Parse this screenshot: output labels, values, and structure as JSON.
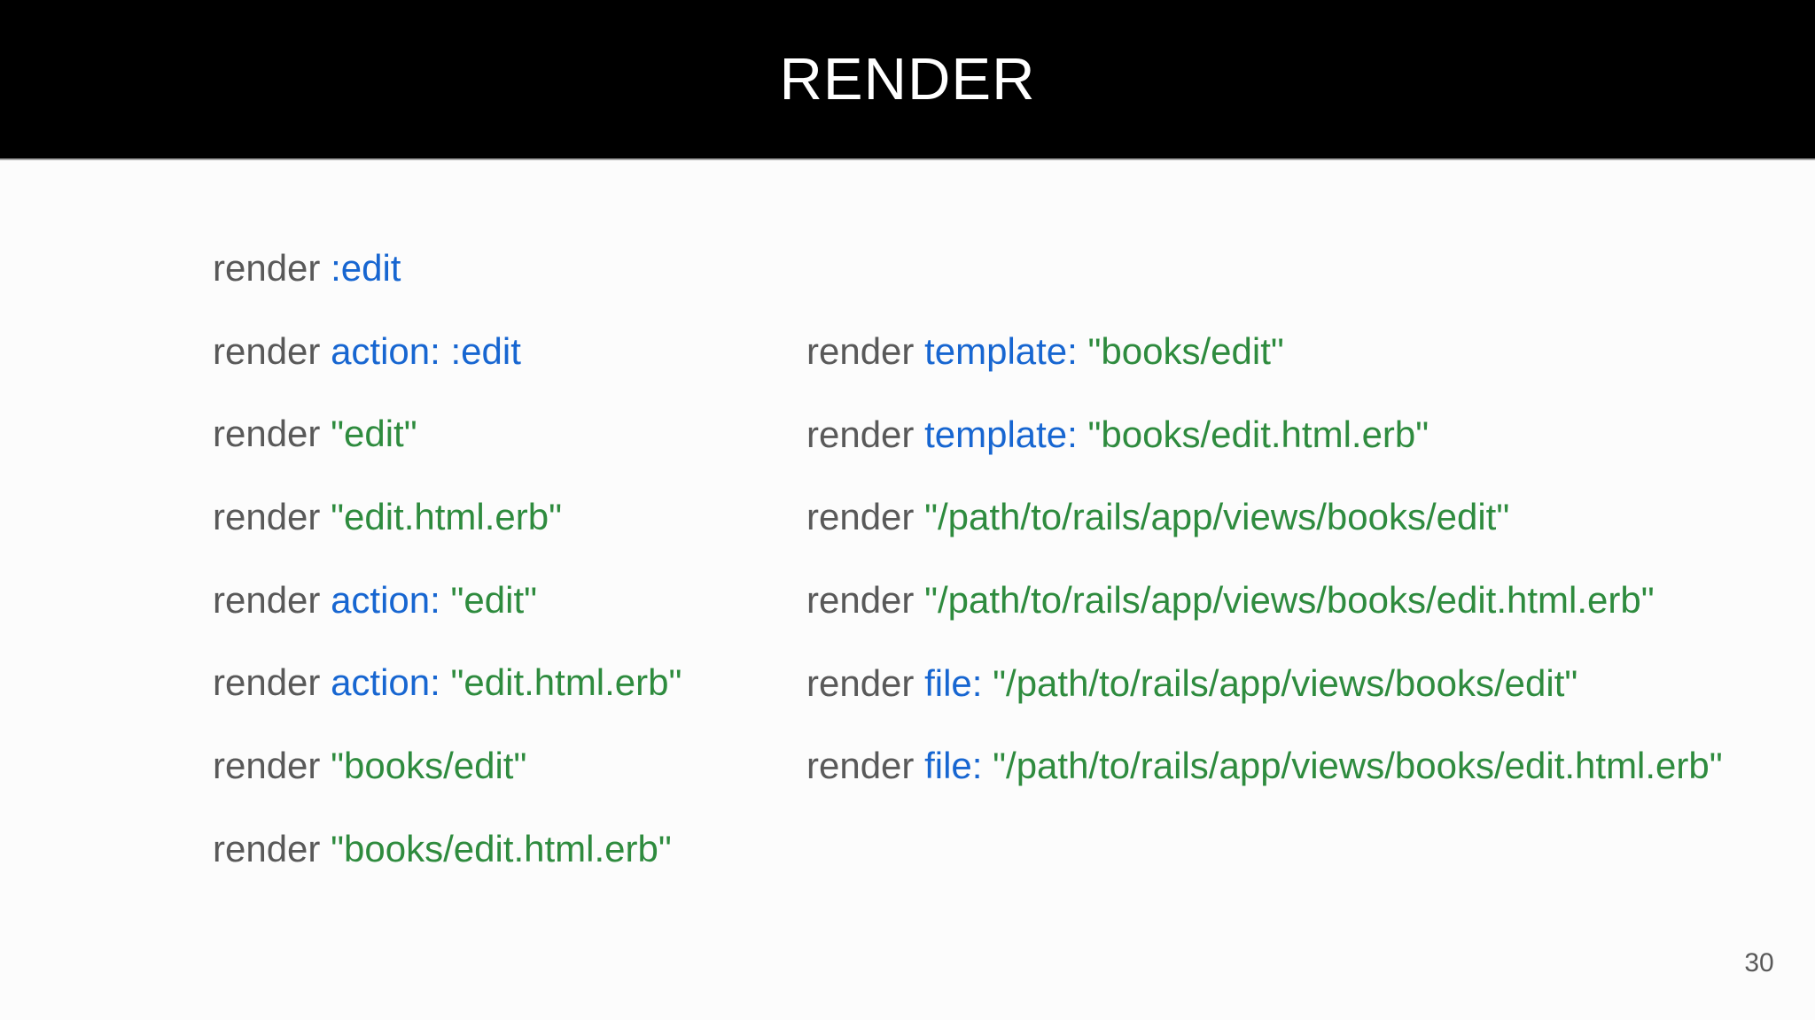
{
  "slide": {
    "title": "RENDER",
    "page_number": "30",
    "colors": {
      "banner_bg": "#000000",
      "banner_text": "#ffffff",
      "banner_border": "#a8a8a8",
      "page_bg": "#fcfcfc",
      "code_default": "#595959",
      "code_keyword": "#1766d1",
      "code_string": "#2e8b3e"
    },
    "left_column": [
      {
        "segments": [
          {
            "t": "render ",
            "c": "default"
          },
          {
            "t": ":edit",
            "c": "keyword"
          }
        ]
      },
      {
        "segments": [
          {
            "t": "render ",
            "c": "default"
          },
          {
            "t": "action:",
            "c": "keyword"
          },
          {
            "t": " ",
            "c": "default"
          },
          {
            "t": ":edit",
            "c": "keyword"
          }
        ]
      },
      {
        "segments": [
          {
            "t": "render ",
            "c": "default"
          },
          {
            "t": "\"edit\"",
            "c": "string"
          }
        ]
      },
      {
        "segments": [
          {
            "t": "render ",
            "c": "default"
          },
          {
            "t": "\"edit.html.erb\"",
            "c": "string"
          }
        ]
      },
      {
        "segments": [
          {
            "t": "render ",
            "c": "default"
          },
          {
            "t": "action:",
            "c": "keyword"
          },
          {
            "t": " ",
            "c": "default"
          },
          {
            "t": "\"edit\"",
            "c": "string"
          }
        ]
      },
      {
        "segments": [
          {
            "t": "render ",
            "c": "default"
          },
          {
            "t": "action:",
            "c": "keyword"
          },
          {
            "t": " ",
            "c": "default"
          },
          {
            "t": "\"edit.html.erb\"",
            "c": "string"
          }
        ]
      },
      {
        "segments": [
          {
            "t": "render ",
            "c": "default"
          },
          {
            "t": "\"books/edit\"",
            "c": "string"
          }
        ]
      },
      {
        "segments": [
          {
            "t": "render ",
            "c": "default"
          },
          {
            "t": "\"books/edit.html.erb\"",
            "c": "string"
          }
        ]
      }
    ],
    "right_column": [
      {
        "segments": [
          {
            "t": "render ",
            "c": "default"
          },
          {
            "t": "template:",
            "c": "keyword"
          },
          {
            "t": " ",
            "c": "default"
          },
          {
            "t": "\"books/edit\"",
            "c": "string"
          }
        ]
      },
      {
        "segments": [
          {
            "t": "render ",
            "c": "default"
          },
          {
            "t": "template:",
            "c": "keyword"
          },
          {
            "t": " ",
            "c": "default"
          },
          {
            "t": "\"books/edit.html.erb\"",
            "c": "string"
          }
        ]
      },
      {
        "segments": [
          {
            "t": "render ",
            "c": "default"
          },
          {
            "t": "\"/path/to/rails/app/views/books/edit\"",
            "c": "string"
          }
        ]
      },
      {
        "segments": [
          {
            "t": "render ",
            "c": "default"
          },
          {
            "t": "\"/path/to/rails/app/views/books/edit.html.erb\"",
            "c": "string"
          }
        ]
      },
      {
        "segments": [
          {
            "t": "render ",
            "c": "default"
          },
          {
            "t": "file:",
            "c": "keyword"
          },
          {
            "t": " ",
            "c": "default"
          },
          {
            "t": "\"/path/to/rails/app/views/books/edit\"",
            "c": "string"
          }
        ]
      },
      {
        "segments": [
          {
            "t": "render ",
            "c": "default"
          },
          {
            "t": "file:",
            "c": "keyword"
          },
          {
            "t": " ",
            "c": "default"
          },
          {
            "t": "\"/path/to/rails/app/views/books/edit.html.erb\"",
            "c": "string"
          }
        ]
      }
    ]
  }
}
